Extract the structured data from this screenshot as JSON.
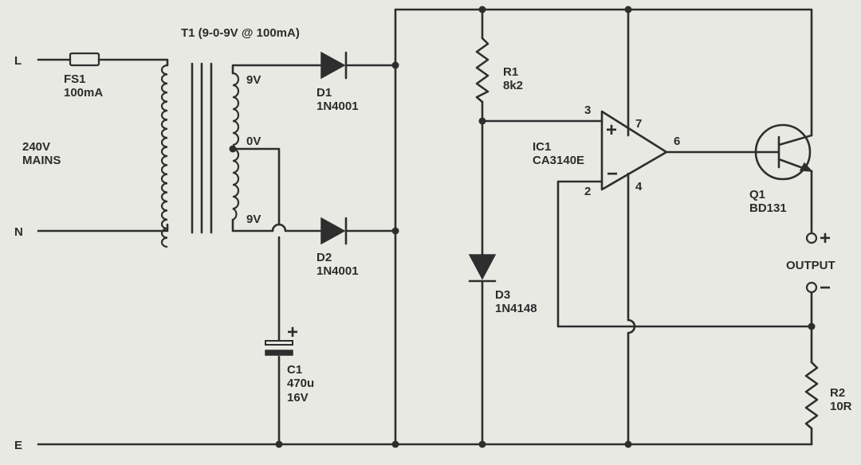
{
  "terminals": {
    "live": "L",
    "neutral": "N",
    "earth": "E"
  },
  "mains": {
    "line1": "240V",
    "line2": "MAINS"
  },
  "fuse": {
    "ref": "FS1",
    "value": "100mA"
  },
  "transformer": {
    "label": "T1 (9-0-9V @ 100mA)",
    "tap_top": "9V",
    "tap_mid": "0V",
    "tap_bottom": "9V"
  },
  "d1": {
    "ref": "D1",
    "part": "1N4001"
  },
  "d2": {
    "ref": "D2",
    "part": "1N4001"
  },
  "c1": {
    "ref": "C1",
    "value": "470u",
    "voltage": "16V",
    "polarity": "+"
  },
  "r1": {
    "ref": "R1",
    "value": "8k2"
  },
  "d3": {
    "ref": "D3",
    "part": "1N4148"
  },
  "ic1": {
    "ref": "IC1",
    "part": "CA3140E",
    "pin3": "3",
    "pin7": "7",
    "pin6": "6",
    "pin2": "2",
    "pin4": "4",
    "plus": "+",
    "minus": "−"
  },
  "q1": {
    "ref": "Q1",
    "part": "BD131"
  },
  "output": {
    "label": "OUTPUT",
    "plus": "+",
    "minus": "−"
  },
  "r2": {
    "ref": "R2",
    "value": "10R"
  }
}
